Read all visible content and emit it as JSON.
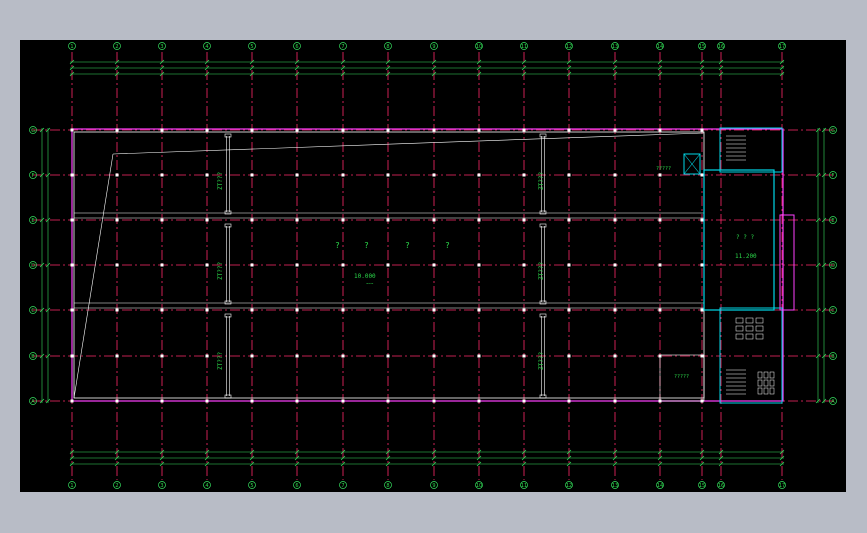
{
  "drawing": {
    "background": "#000000",
    "frame_color": "#b8bcc6",
    "colors": {
      "grid": "#ff2a6a",
      "dim": "#36e060",
      "wall": "#ffffff",
      "cyan": "#00d8e8",
      "magenta": "#ff40ff"
    },
    "col_axes": [
      "1",
      "2",
      "3",
      "4",
      "5",
      "6",
      "7",
      "8",
      "9",
      "10",
      "11",
      "12",
      "13",
      "14",
      "15",
      "16",
      "17"
    ],
    "row_axes": [
      "G",
      "F",
      "E",
      "D",
      "C",
      "B",
      "A"
    ],
    "annotations": {
      "beam_top_left": "ZT???",
      "beam_top_right": "ZT???",
      "beam_mid_left": "ZT???",
      "beam_mid_right": "ZT???",
      "beam_bot_left": "ZT???",
      "beam_bot_right": "ZT???",
      "q1": "?",
      "q2": "?",
      "q3": "?",
      "q4": "?",
      "elevation": "10.000",
      "elevation_sub": "~~~",
      "right_room_label": "? ? ?",
      "right_elevation": "11.200",
      "stair_note": "?????",
      "bottom_right_room": "?????"
    }
  }
}
